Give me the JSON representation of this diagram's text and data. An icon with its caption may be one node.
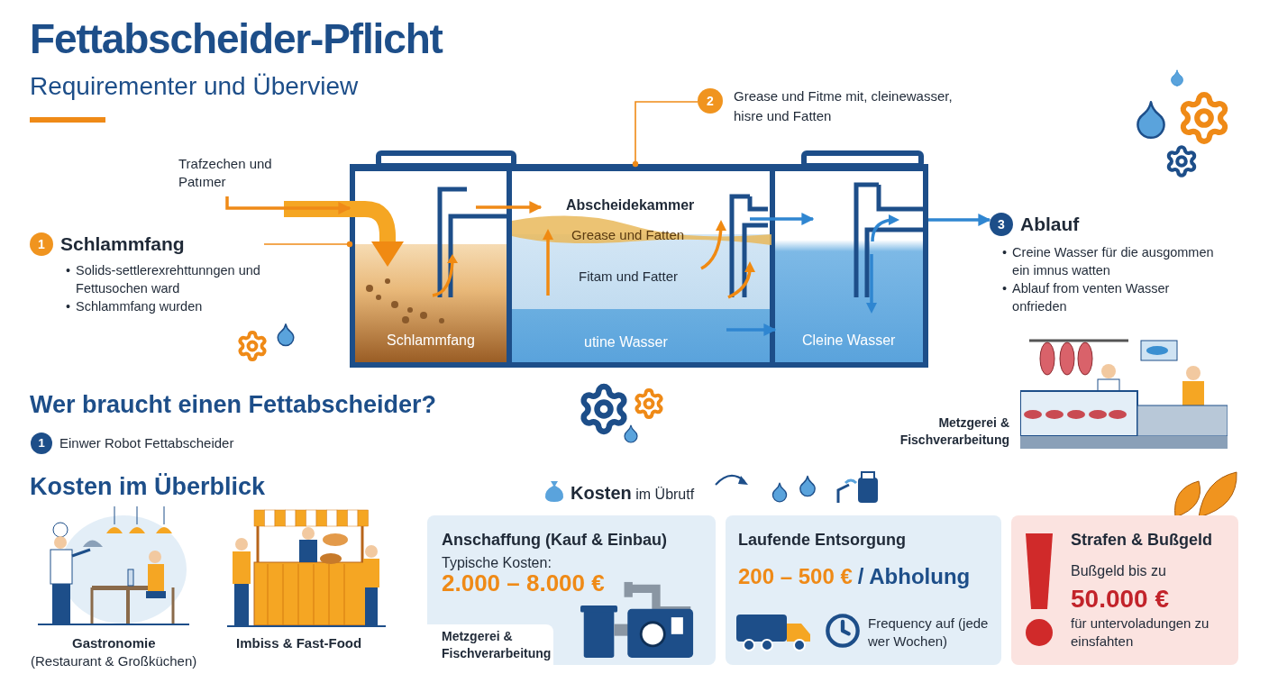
{
  "diagram": {
    "title": "Fettabscheider-Pflicht",
    "nodes": [
      {
        "text": [
          "1",
          "Schlammfang",
          "•",
          "Solids-settlerexrehttunngen und Fettusochen ward",
          "•",
          "Schlammfang wurden"
        ]
      },
      {
        "text": [
          "Schlammfang"
        ]
      },
      {
        "text": [
          "Abscheidekammer",
          "Grease und Fatten",
          "Fitam und Fatter",
          "utine Wasser"
        ]
      },
      {
        "text": [
          "Cleine Wasser"
        ]
      },
      {
        "text": [
          "2",
          "Grease und Fitme mit, cleinewasser, hisre und Fatten"
        ]
      },
      {
        "text": [
          "3",
          "Ablauf",
          "•",
          "Creine Wasser für die ausgommen ein imnus watten",
          "•",
          "Ablauf from venten Wasser onfrieden"
        ]
      },
      {
        "text": [
          "Trafzechen und Patımer"
        ]
      },
      {
        "text": [
          "Anschaffung (Kauf & Einbau)",
          "Typische Kosten:",
          "2.000 – 8.000 €",
          "Metzgerei & Fischverarbeitung"
        ]
      },
      {
        "text": [
          "Laufende Entsorgung",
          "200 – 500 €",
          "/ Abholung",
          "Frequency auf (jede wer Wochen)"
        ]
      },
      {
        "text": [
          "Strafen & Bußgeld",
          "Bußgeld bis zu",
          "50.000 €",
          "für untervoladungen zu einsfahten"
        ]
      },
      {
        "text": [
          "1"
        ],
        "beside": [
          "Einwer Robot Fettabscheider"
        ]
      }
    ],
    "edges": [
      {
        "from": 6,
        "to": 1,
        "arrow": "to"
      },
      {
        "from": 0,
        "to": 1,
        "arrow": "other"
      },
      {
        "from": 1,
        "to": 2,
        "arrow": "to"
      },
      {
        "from": 2,
        "to": 3,
        "arrow": "to",
        "color": "#2f86d1"
      },
      {
        "from": 3,
        "to": 5,
        "arrow": "to",
        "color": "#2f86d1"
      },
      {
        "from": 4,
        "to": 2,
        "arrow": "other"
      },
      {
        "from": 2,
        "to": 3,
        "arrow": "to",
        "color": "#2f86d1"
      }
    ],
    "labels": [
      "Requirementer und Überview",
      "Metzgerei & Fischverarbeitung",
      "Wer braucht einen Fettabscheider?",
      "Kosten im Überblick",
      "**Kosten** im Übrutf",
      "Gastronomie",
      "(Restaurant & Großküchen)",
      "Imbiss & Fast-Food"
    ]
  }
}
